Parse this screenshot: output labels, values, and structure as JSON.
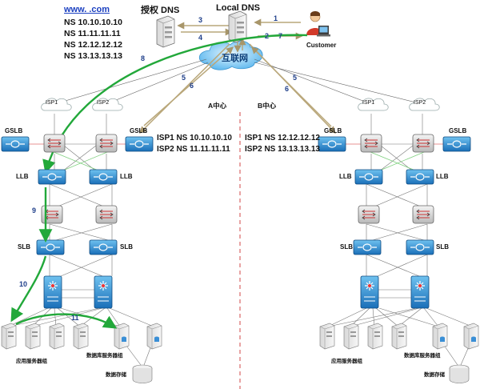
{
  "header": {
    "domain_text": "www.      .com",
    "ns_records": [
      "NS 10.10.10.10",
      "NS 11.11.11.11",
      "NS 12.12.12.12",
      "NS 13.13.13.13"
    ],
    "auth_dns_label": "授权 DNS",
    "local_dns_label": "Local DNS",
    "customer_label": "Customer",
    "internet_label": "互联网"
  },
  "steps": [
    "1",
    "2",
    "3",
    "4",
    "5",
    "5",
    "6",
    "6",
    "7",
    "8",
    "9",
    "10",
    "11"
  ],
  "centers": {
    "a": {
      "title": "A中心",
      "isp1": "ISP1",
      "isp2": "ISP2",
      "gslb_left": "GSLB",
      "gslb_right": "GSLB",
      "llb_left": "LLB",
      "llb_right": "LLB",
      "slb_left": "SLB",
      "slb_right": "SLB",
      "ns_lines": [
        "ISP1 NS 10.10.10.10",
        "ISP2 NS 11.11.11.11"
      ],
      "app_servers": "应用服务器组",
      "db_servers": "数据库服务器组",
      "storage": "数据存储"
    },
    "b": {
      "title": "B中心",
      "isp1": "ISP1",
      "isp2": "ISP2",
      "gslb_left": "GSLB",
      "gslb_right": "GSLB",
      "llb_left": "LLB",
      "llb_right": "LLB",
      "slb_left": "SLB",
      "slb_right": "SLB",
      "ns_lines": [
        "ISP1 NS 12.12.12.12",
        "ISP2 NS 13.13.13.13"
      ],
      "app_servers": "应用服务器组",
      "db_servers": "数据库服务器组",
      "storage": "数据存储"
    }
  },
  "colors": {
    "flow_green": "#22a83a",
    "dns_tan": "#b9a77a",
    "device_blue": "#1f7fc9",
    "divider_red": "#d24a4a"
  }
}
